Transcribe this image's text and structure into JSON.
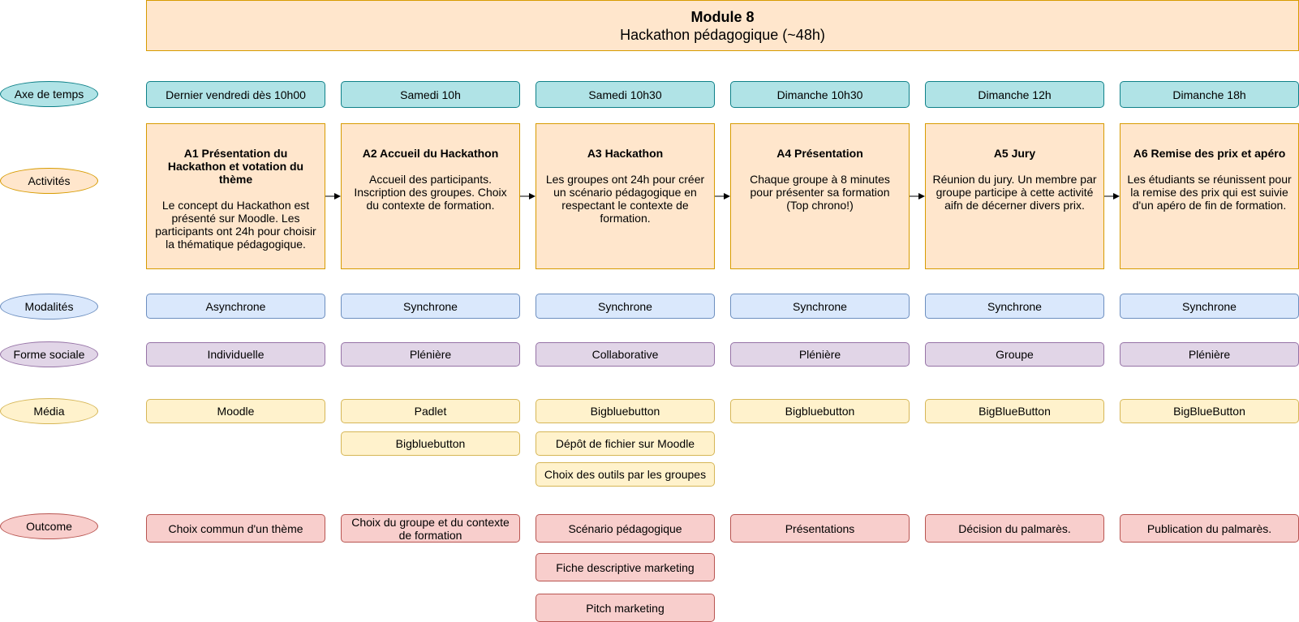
{
  "header": {
    "title": "Module 8",
    "subtitle": "Hackathon pédagogique (~48h)"
  },
  "rows": {
    "time": "Axe de temps",
    "activities": "Activités",
    "modalities": "Modalités",
    "social": "Forme sociale",
    "media": "Média",
    "outcome": "Outcome"
  },
  "columns": [
    {
      "time": "Dernier vendredi dès 10h00",
      "activity_title": "A1  Présentation du Hackathon et votation du thème",
      "activity_desc": "Le concept du Hackathon est présenté sur Moodle. Les participants ont 24h pour choisir la thématique pédagogique.",
      "modality": "Asynchrone",
      "social": "Individuelle",
      "media": [
        "Moodle"
      ],
      "outcomes": [
        "Choix commun d'un thème"
      ]
    },
    {
      "time": "Samedi 10h",
      "activity_title": "A2   Accueil du Hackathon",
      "activity_desc": "Accueil des participants. Inscription des groupes. Choix du contexte de formation.",
      "modality": "Synchrone",
      "social": "Plénière",
      "media": [
        "Padlet",
        "Bigbluebutton"
      ],
      "outcomes": [
        "Choix du groupe et du contexte de formation"
      ]
    },
    {
      "time": "Samedi 10h30",
      "activity_title": "A3  Hackathon",
      "activity_desc": "Les groupes ont 24h pour créer un scénario pédagogique en respectant le contexte de formation.",
      "modality": "Synchrone",
      "social": "Collaborative",
      "media": [
        "Bigbluebutton",
        "Dépôt de fichier sur Moodle",
        "Choix des outils par les groupes"
      ],
      "outcomes": [
        "Scénario pédagogique",
        "Fiche descriptive marketing",
        "Pitch marketing"
      ]
    },
    {
      "time": "Dimanche 10h30",
      "activity_title": "A4  Présentation",
      "activity_desc": "Chaque groupe à 8 minutes pour présenter sa formation (Top chrono!)",
      "modality": "Synchrone",
      "social": "Plénière",
      "media": [
        "Bigbluebutton"
      ],
      "outcomes": [
        "Présentations"
      ]
    },
    {
      "time": "Dimanche 12h",
      "activity_title": "A5  Jury",
      "activity_desc": "Réunion du jury. Un membre par groupe participe à cette activité aifn de décerner divers prix.",
      "modality": "Synchrone",
      "social": "Groupe",
      "media": [
        "BigBlueButton"
      ],
      "outcomes": [
        "Décision du palmarès."
      ]
    },
    {
      "time": "Dimanche 18h",
      "activity_title": "A6  Remise des prix et apéro",
      "activity_desc": "Les étudiants se réunissent pour la remise des prix qui est suivie d'un apéro de fin de formation.",
      "modality": "Synchrone",
      "social": "Plénière",
      "media": [
        "BigBlueButton"
      ],
      "outcomes": [
        "Publication du palmarès."
      ]
    }
  ],
  "colors": {
    "orange_fill": "#ffe6cc",
    "teal_fill": "#b0e3e6",
    "blue_fill": "#dae8fc",
    "purple_fill": "#e1d5e7",
    "yellow_fill": "#fff2cc",
    "red_fill": "#f8cecc"
  }
}
